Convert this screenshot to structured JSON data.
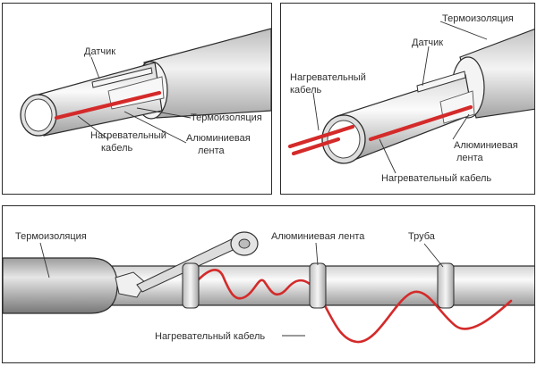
{
  "panels": {
    "top_left": {
      "labels": {
        "sensor": "Датчик",
        "insulation": "Термоизоляция",
        "heating_cable_line1": "Нагревательный",
        "heating_cable_line2": "кабель",
        "aluminum_tape_line1": "Алюминиевая",
        "aluminum_tape_line2": "лента"
      }
    },
    "top_right": {
      "labels": {
        "insulation": "Термоизоляция",
        "sensor": "Датчик",
        "heating_cable_line1": "Нагревательный",
        "heating_cable_line2": "кабель",
        "aluminum_tape_line1": "Алюминиевая",
        "aluminum_tape_line2": "лента",
        "heating_cable_bottom": "Нагревательный кабель"
      }
    },
    "bottom": {
      "labels": {
        "insulation": "Термоизоляция",
        "aluminum_tape": "Алюминиевая лента",
        "pipe": "Труба",
        "heating_cable": "Нагревательный кабель"
      }
    }
  },
  "colors": {
    "cable": "#d42a2a",
    "pipe_light": "#e9e9e9",
    "pipe_dark": "#9a9a9a",
    "outline": "#2b2b2b"
  }
}
